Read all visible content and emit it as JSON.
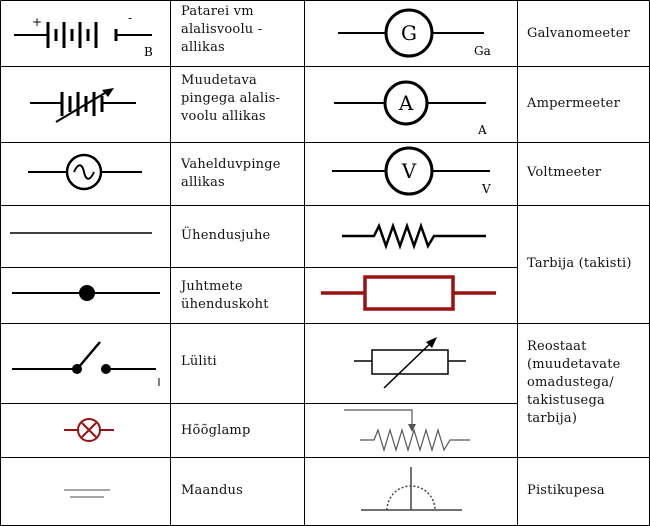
{
  "rows": [
    {
      "left_label": "Patarei vm alalisvoolu -allikas",
      "right_label": "Galvanomeeter",
      "left_symbol": "battery-icon",
      "right_symbol": "galvanometer-icon",
      "battery_plus": "+",
      "battery_minus": "-",
      "battery_clip": "B",
      "meter_letter": "G",
      "meter_clip": "Ga"
    },
    {
      "left_label": "Muudetava pingega alalis-voolu allikas",
      "right_label": "Ampermeeter",
      "left_symbol": "variable-battery-icon",
      "right_symbol": "ammeter-icon",
      "meter_letter": "A",
      "meter_clip": "A"
    },
    {
      "left_label": "Vahelduvpinge allikas",
      "right_label": "Voltmeeter",
      "left_symbol": "ac-source-icon",
      "right_symbol": "voltmeter-icon",
      "meter_letter": "V",
      "meter_clip": "V"
    },
    {
      "left_label": "Ühendusjuhe",
      "left_symbol": "wire-icon",
      "right_symbol": "resistor-zigzag-icon"
    },
    {
      "left_label": "Juhtmete ühenduskoht",
      "left_symbol": "junction-icon",
      "right_symbol": "resistor-box-icon"
    },
    {
      "left_label": "Lüliti",
      "left_symbol": "switch-icon",
      "right_symbol": "rheostat-box-icon"
    },
    {
      "left_label": "Hõõglamp",
      "left_symbol": "lamp-icon",
      "right_symbol": "rheostat-zigzag-icon"
    },
    {
      "left_label": "Maandus",
      "right_label": "Pistikupesa",
      "left_symbol": "ground-icon",
      "right_symbol": "socket-icon"
    }
  ],
  "merged_labels": {
    "tarbija": "Tarbija (takisti)",
    "reostaat": "Reostaat (muudetavate omadustega/ takistusega tarbija)"
  },
  "colors": {
    "line": "#000000",
    "accent_red": "#9b1010"
  }
}
